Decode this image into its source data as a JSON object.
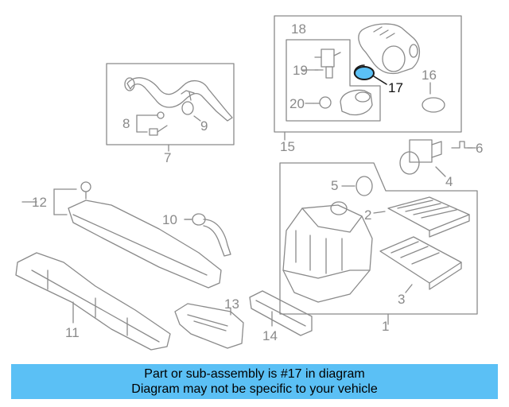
{
  "diagram": {
    "callouts": [
      "1",
      "2",
      "3",
      "4",
      "5",
      "6",
      "7",
      "8",
      "9",
      "10",
      "11",
      "12",
      "13",
      "14",
      "15",
      "16",
      "17",
      "18",
      "19",
      "20"
    ],
    "highlighted_callout": "17",
    "line_color": "#8a8a8a",
    "highlight_color": "#5bc0f5"
  },
  "banner": {
    "line1": "Part or sub-assembly is #17 in diagram",
    "line2": "Diagram may not be specific to your vehicle",
    "background": "#5bc0f5"
  }
}
